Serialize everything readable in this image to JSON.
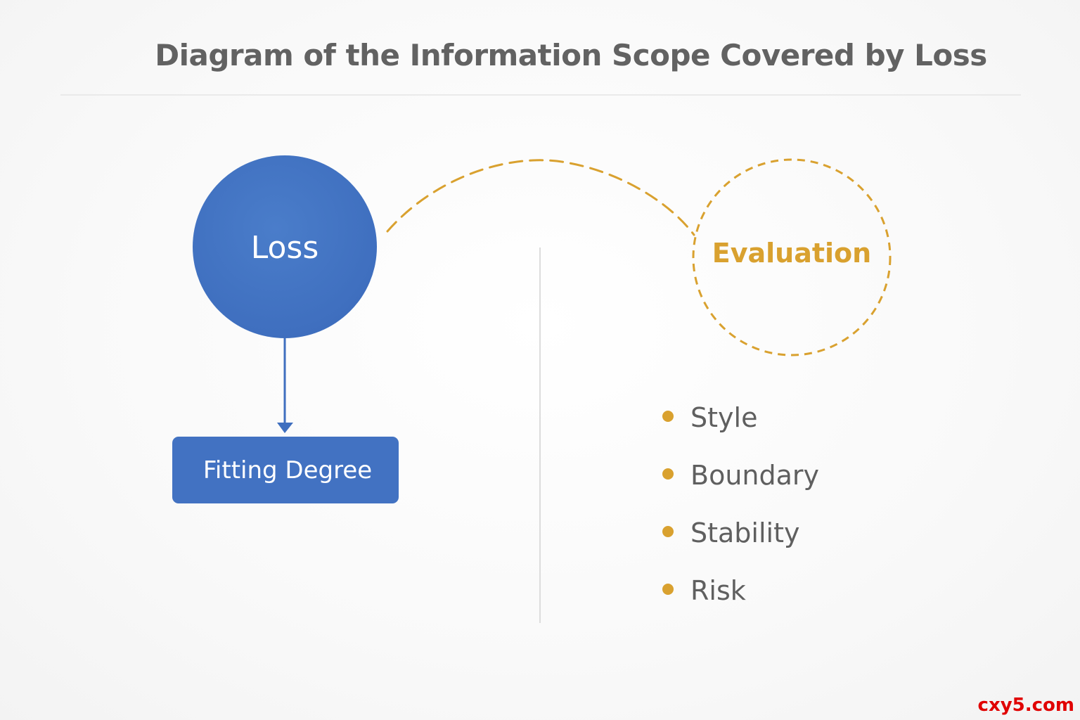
{
  "title": "Diagram of the Information Scope Covered by Loss",
  "nodes": {
    "loss": "Loss",
    "fitting": "Fitting Degree",
    "evaluation": "Evaluation"
  },
  "evaluation_items": [
    "Style",
    "Boundary",
    "Stability",
    "Risk"
  ],
  "watermark": "cxy5.com",
  "colors": {
    "primary_blue": "#3f6fbf",
    "accent_gold": "#d9a12f",
    "text_gray": "#5f5f5f",
    "title_gray": "#626262"
  }
}
